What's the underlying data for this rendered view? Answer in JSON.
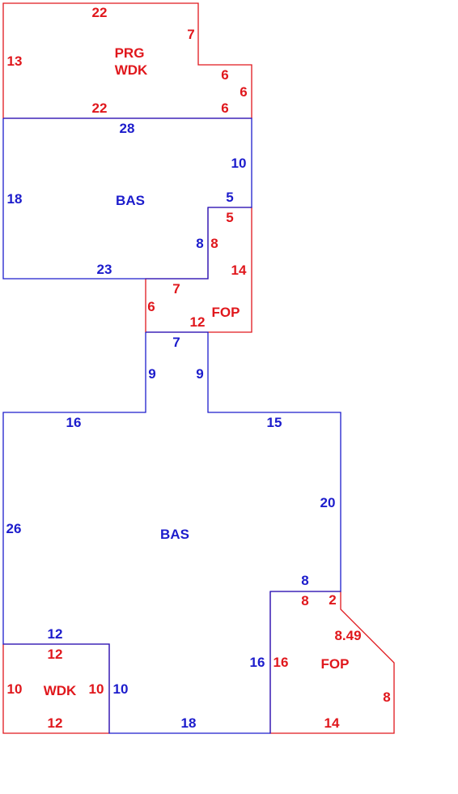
{
  "colors": {
    "red": "#e0171c",
    "blue": "#1c1ccc"
  },
  "areas": {
    "prg_wdk": [
      "PRG",
      "WDK"
    ],
    "bas_upper": "BAS",
    "fop_upper": "FOP",
    "bas_lower": "BAS",
    "wdk_lower": "WDK",
    "fop_lower": "FOP"
  },
  "dims": {
    "prg_top": "22",
    "prg_step": "7",
    "prg_left": "13",
    "prg_s1": "6",
    "prg_s2": "6",
    "prg_s3": "6",
    "prg_bottom": "22",
    "bas1_top": "28",
    "bas1_right": "10",
    "bas1_left": "18",
    "bas1_notch": "5",
    "bas1_inner": "8",
    "bas1_bottom": "23",
    "fop1_top": "5",
    "fop1_left": "8",
    "fop1_right": "14",
    "fop1_step": "7",
    "fop1_side": "6",
    "fop1_bottom": "12",
    "neck_top": "7",
    "neck_left": "9",
    "neck_right": "9",
    "bas2_top_left": "16",
    "bas2_top_right": "15",
    "bas2_right": "20",
    "bas2_left": "26",
    "bas2_step": "8",
    "bas2_wdk_top": "12",
    "bas2_inner_left": "10",
    "bas2_bottom": "18",
    "bas2_inner_right": "16",
    "wdk_top": "12",
    "wdk_left": "10",
    "wdk_right": "10",
    "wdk_bottom": "12",
    "fop2_top": "8",
    "fop2_small": "2",
    "fop2_diag": "8.49",
    "fop2_left": "16",
    "fop2_right": "8",
    "fop2_bottom": "14"
  }
}
